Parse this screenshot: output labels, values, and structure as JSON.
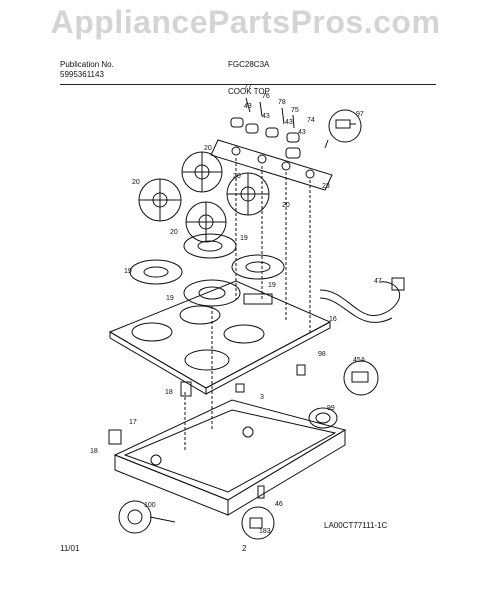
{
  "watermark": "AppliancePartsPros.com",
  "header": {
    "publication_label": "Publication No.",
    "publication_number": "5995361143",
    "model": "FGC28C3A",
    "section_title": "COOK TOP"
  },
  "footer": {
    "date": "11/01",
    "page_number": "2",
    "diagram_code": "LA00CT77111-1C"
  },
  "part_labels": {
    "p77": "77",
    "p76": "76",
    "p78": "78",
    "p75": "75",
    "p74": "74",
    "p43a": "43",
    "p43b": "43",
    "p43c": "43",
    "p43d": "43",
    "p97": "97",
    "p23": "23",
    "p20a": "20",
    "p20b": "20",
    "p20c": "20",
    "p20d": "20",
    "p20e": "20",
    "p19a": "19",
    "p19b": "19",
    "p19c": "19",
    "p19d": "19",
    "p47": "47",
    "p16": "16",
    "p98": "98",
    "p45a": "45A",
    "p18a": "18",
    "p18b": "18",
    "p3": "3",
    "p99": "99",
    "p17": "17",
    "p46": "46",
    "p100": "100",
    "p183": "183"
  }
}
